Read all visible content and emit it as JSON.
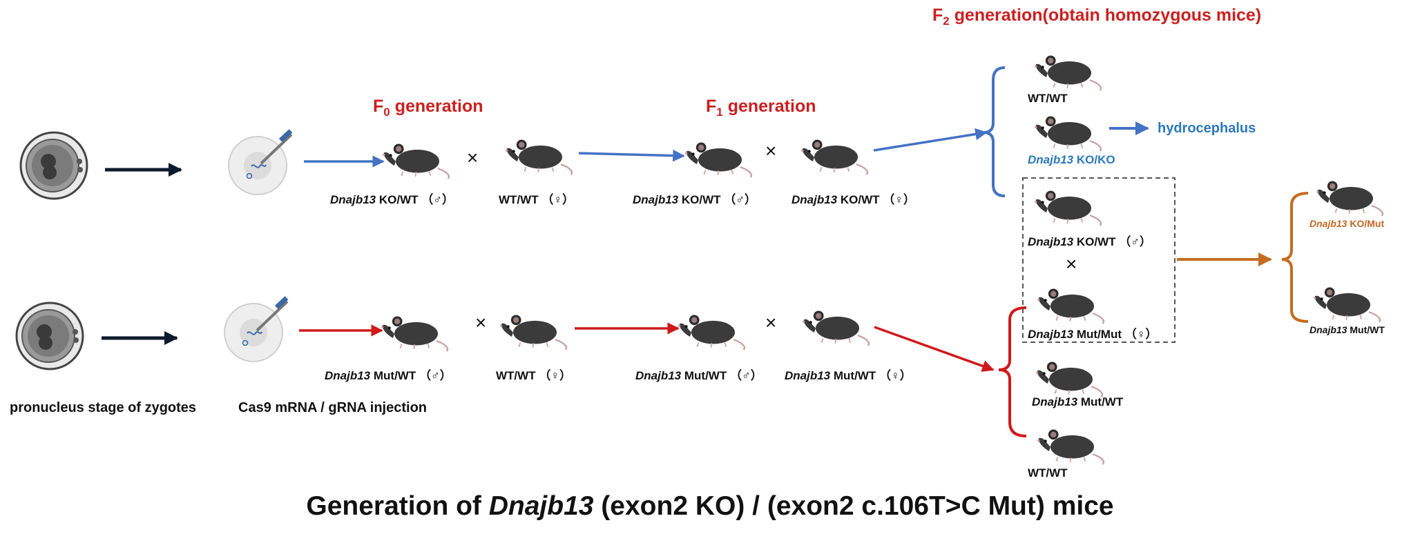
{
  "colors": {
    "blue": "#4472c4",
    "red": "#d0191b",
    "orange": "#c46c1f",
    "generation_red": "#cc1f1f",
    "hydro_blue": "#2b79bd",
    "dark_arrow": "#0d1a2e"
  },
  "generations": {
    "f0": {
      "letter": "F",
      "sub": "0",
      "text": " generation"
    },
    "f1": {
      "letter": "F",
      "sub": "1",
      "text": " generation"
    },
    "f2": {
      "letter": "F",
      "sub": "2",
      "text": " generation(obtain homozygous mice)"
    }
  },
  "steps": {
    "zygote_label": "pronucleus stage of zygotes",
    "injection_label": "Cas9 mRNA / gRNA injection"
  },
  "gene": "Dnajb13",
  "male_symbol": "♂",
  "female_symbol": "♀",
  "row1": {
    "f0_male": "KO/WT",
    "f0_female": "WT/WT",
    "f1_male": "KO/WT",
    "f1_female": "KO/WT"
  },
  "row2": {
    "f0_male": "Mut/WT",
    "f0_female": "WT/WT",
    "f1_male": "Mut/WT",
    "f1_female": "Mut/WT"
  },
  "f2": {
    "ko_branch": {
      "wt": "WT/WT",
      "ko_ko": "KO/KO",
      "ko_wt": "KO/WT"
    },
    "phenotype": "hydrocephalus",
    "mut_branch": {
      "mut_mut": "Mut/Mut",
      "mut_wt": "Mut/WT",
      "wt": "WT/WT"
    },
    "cross_symbol": "×"
  },
  "offspring": {
    "ko_mut": "KO/Mut",
    "mut_wt": "Mut/WT"
  },
  "title": {
    "prefix": "Generation of ",
    "gene": "Dnajb13",
    "suffix": " (exon2 KO) / (exon2 c.106T>C Mut) mice"
  }
}
